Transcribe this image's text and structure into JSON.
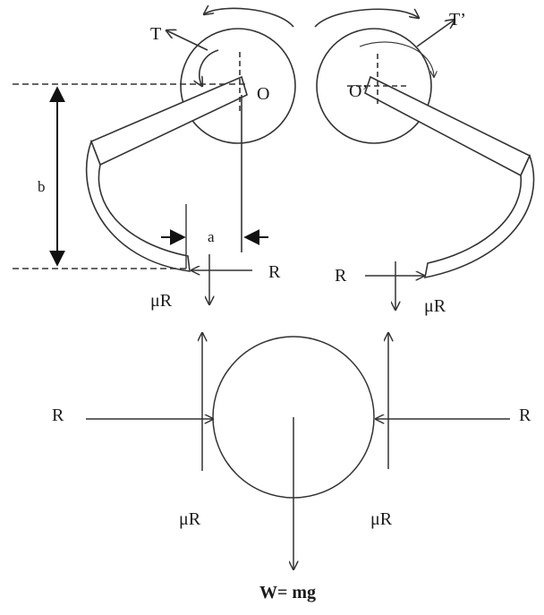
{
  "labels": {
    "torque_left": "T",
    "torque_right": "T’",
    "pivot_left": "O",
    "pivot_right": "O’",
    "dim_b": "b",
    "dim_a": "a",
    "r_left_jaw": "R",
    "r_right_jaw": "R",
    "mu_left_jaw": "μR",
    "mu_right_jaw": "μR",
    "r_ball_left": "R",
    "r_ball_right": "R",
    "mu_ball_left": "μR",
    "mu_ball_right": "μR",
    "weight": "W= mg"
  },
  "colors": {
    "stroke": "#333333",
    "text": "#1a1a1a",
    "background": "#ffffff"
  }
}
